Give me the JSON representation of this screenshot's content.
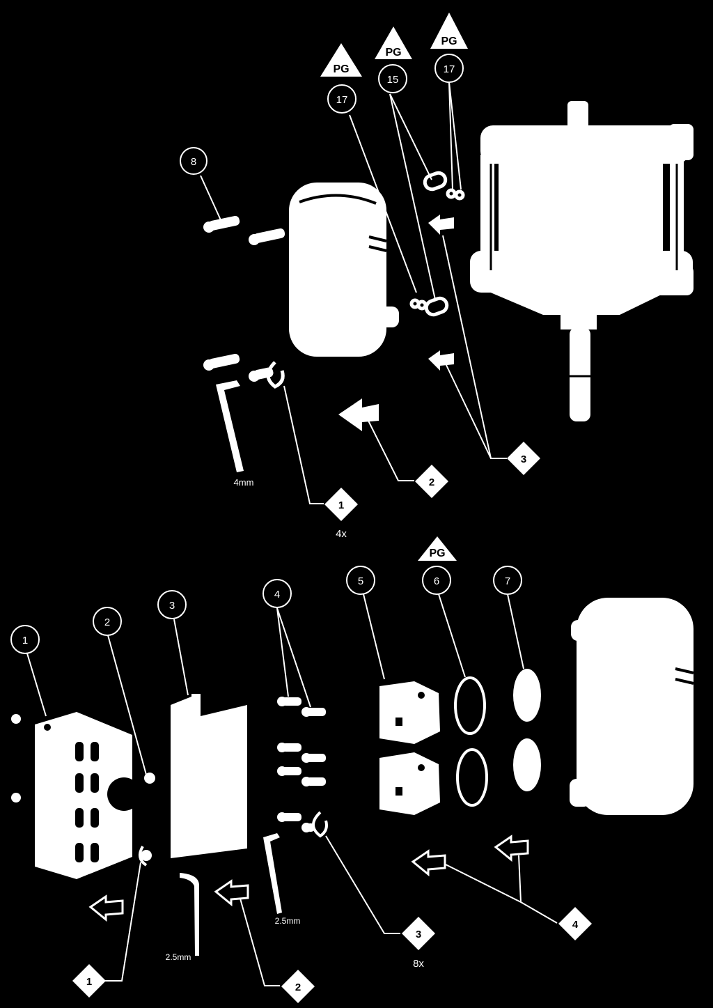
{
  "colors": {
    "background": "#000000",
    "foreground": "#ffffff"
  },
  "callouts": {
    "upper": [
      {
        "id": "8",
        "label": "8"
      },
      {
        "id": "17a",
        "label": "17"
      },
      {
        "id": "15",
        "label": "15"
      },
      {
        "id": "17b",
        "label": "17"
      }
    ],
    "lower": [
      {
        "id": "1",
        "label": "1"
      },
      {
        "id": "2",
        "label": "2"
      },
      {
        "id": "3",
        "label": "3"
      },
      {
        "id": "4",
        "label": "4"
      },
      {
        "id": "5",
        "label": "5"
      },
      {
        "id": "6",
        "label": "6"
      },
      {
        "id": "7",
        "label": "7"
      }
    ]
  },
  "grease_marks": [
    "PG",
    "PG",
    "PG",
    "PG"
  ],
  "steps": {
    "upper": [
      {
        "label": "1",
        "note": "4x"
      },
      {
        "label": "2",
        "note": ""
      },
      {
        "label": "3",
        "note": ""
      }
    ],
    "lower": [
      {
        "label": "1",
        "note": ""
      },
      {
        "label": "2",
        "note": ""
      },
      {
        "label": "3",
        "note": "8x"
      },
      {
        "label": "4",
        "note": ""
      }
    ]
  },
  "tool_labels": {
    "hex_4mm": "4mm",
    "hex_2_5mm_a": "2.5mm",
    "hex_2_5mm_b": "2.5mm"
  }
}
